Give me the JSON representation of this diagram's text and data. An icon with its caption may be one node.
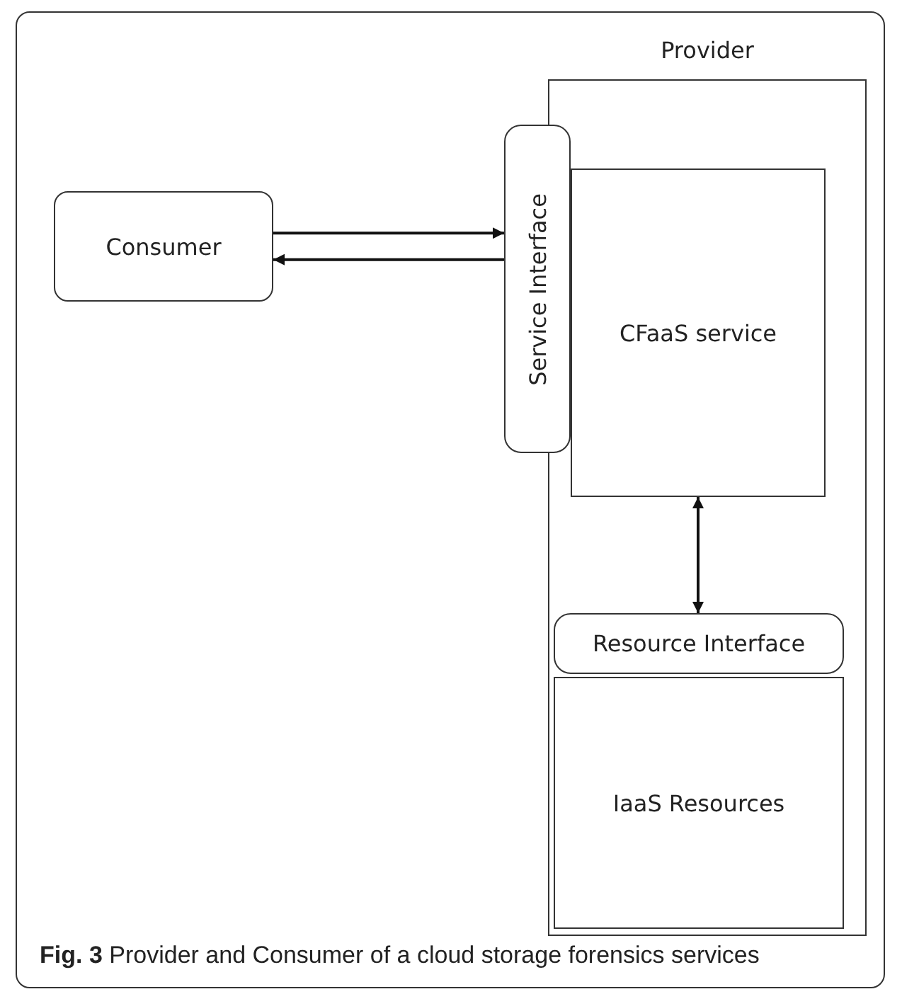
{
  "diagram": {
    "caption": "**Fig. 3** Provider and Consumer of a cloud storage forensics services",
    "nodes": [
      {
        "text": [
          "Provider"
        ]
      },
      {
        "text": [
          "Consumer"
        ]
      },
      {
        "text": [
          "Service Interface"
        ]
      },
      {
        "text": [
          "CFaaS service"
        ],
        "in": 0
      },
      {
        "text": [
          "Resource Interface"
        ],
        "in": 0
      },
      {
        "text": [
          "IaaS Resources"
        ],
        "in": 0
      }
    ],
    "edges": [
      {
        "from": 1,
        "to": 2,
        "arrow": "to"
      },
      {
        "from": 2,
        "to": 1,
        "arrow": "to"
      },
      {
        "from": 3,
        "to": 4,
        "arrow": "both"
      }
    ]
  }
}
